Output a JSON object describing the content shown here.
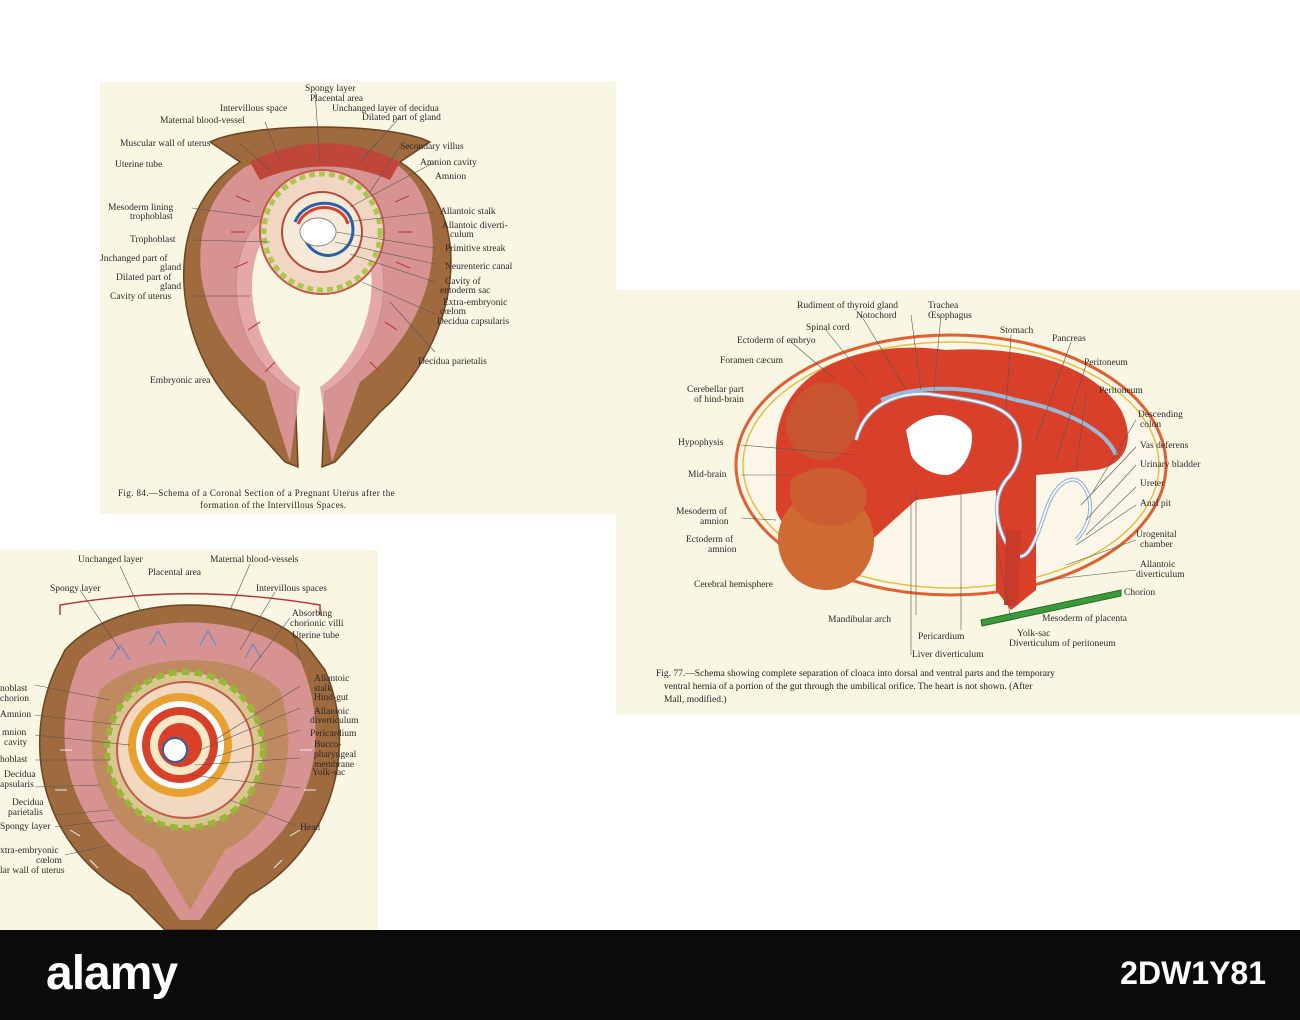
{
  "fig84": {
    "labels": {
      "spongy_layer": "Spongy layer",
      "placental_area": "Placental area",
      "intervillous_space": "Intervillous space",
      "unchanged_layer_decidua": "Unchanged layer of decidua",
      "maternal_blood_vessel": "Maternal blood-vessel",
      "dilated_part_gland": "Dilated part of gland",
      "muscular_wall": "Muscular wall of uterus",
      "secondary_villus": "Secondary villus",
      "uterine_tube": "Uterine tube",
      "amnion_cavity": "Amnion cavity",
      "amnion": "Amnion",
      "mesoderm_lining_1": "Mesoderm lining",
      "mesoderm_lining_2": "trophoblast",
      "allantoic_stalk": "Allantoic stalk",
      "allantoic_diverti_1": "Allantoic diverti-",
      "allantoic_diverti_2": "culum",
      "trophoblast": "Trophoblast",
      "primitive_streak": "Primitive streak",
      "unchanged_part_1": "Jnchanged part of",
      "unchanged_part_2": "gland",
      "neurenteric_canal": "Neurenteric canal",
      "dilated_part_1": "Dilated part of",
      "dilated_part_2": "gland",
      "cavity_entoderm_1": "Cavity of",
      "cavity_entoderm_2": "entoderm sac",
      "cavity_uterus": "Cavity of uterus",
      "extra_embryonic_1": "Extra-embryonic",
      "extra_embryonic_2": "cœlom",
      "decidua_capsularis": "Decidua capsularis",
      "decidua_parietalis": "Decidua parietalis",
      "embryonic_area": "Embryonic area"
    },
    "caption_1": "Fig. 84.—Schema of a Coronal Section of a Pregnant Uterus after the",
    "caption_2": "formation of the Intervillous Spaces."
  },
  "fig77": {
    "labels": {
      "rudiment_thyroid": "Rudiment of thyroid gland",
      "trachea": "Trachea",
      "notochord": "Notochord",
      "oesophagus": "Œsophagus",
      "spinal_cord": "Spinal cord",
      "stomach": "Stomach",
      "ectoderm_embryo": "Ectoderm of embryo",
      "pancreas": "Pancreas",
      "foramen_caecum": "Foramen cæcum",
      "peritoneum_1": "Peritoneum",
      "peritoneum_2": "Peritoneum",
      "cerebellar_1": "Cerebellar part",
      "cerebellar_2": "of hind-brain",
      "descending_1": "Descending",
      "descending_2": "colon",
      "hypophysis": "Hypophysis",
      "vas_deferens": "Vas deferens",
      "urinary_bladder": "Urinary bladder",
      "mid_brain": "Mid-brain",
      "ureter": "Ureter",
      "anal_pit": "Anal pit",
      "mesoderm_amnion_1": "Mesoderm of",
      "mesoderm_amnion_2": "amnion",
      "urogenital_1": "Urogenital",
      "urogenital_2": "chamber",
      "ectoderm_amnion_1": "Ectoderm of",
      "ectoderm_amnion_2": "amnion",
      "allantoic_div_1": "Allantoic",
      "allantoic_div_2": "diverticulum",
      "cerebral_hemisphere": "Cerebral hemisphere",
      "chorion": "Chorion",
      "mandibular_arch": "Mandibular arch",
      "mesoderm_placenta": "Mesoderm of placenta",
      "pericardium": "Pericardium",
      "yolk_sac": "Yolk-sac",
      "diverticulum_peritoneum": "Diverticulum of peritoneum",
      "liver_diverticulum": "Liver diverticulum"
    },
    "caption_1": "Fig. 77.—Schema showing complete separation of cloaca into dorsal and ventral parts and the temporary",
    "caption_2": "ventral hernia of a portion of the gut through the umbilical orifice.   The heart is not shown.   (After",
    "caption_3": "Mall, modified.)"
  },
  "fig_lower": {
    "labels": {
      "unchanged_layer": "Unchanged layer",
      "maternal_blood_vessels": "Maternal blood-vessels",
      "placental_area": "Placental area",
      "spongy_layer": "Spongy layer",
      "intervillous_spaces": "Intervillous spaces",
      "absorbing_1": "Absorbing",
      "absorbing_2": "chorionic villi",
      "uterine_tube": "Uterine tube",
      "allantoic_stalk_1": "Allantoic",
      "allantoic_stalk_2": "stalk",
      "hind_gut": "Hind-gut",
      "noblast_1": "noblast",
      "noblast_2": "chorion",
      "allantoic_div_1": "Allantoic",
      "allantoic_div_2": "diverticulum",
      "amnion": "Amnion",
      "pericardium": "Pericardium",
      "mnion_cavity_1": "mnion",
      "mnion_cavity_2": "cavity",
      "bucco_1": "Bucco-",
      "bucco_2": "pharyngeal",
      "bucco_3": "membrane",
      "hoblast": "hoblast",
      "yolk_sac": "Yolk-sac",
      "decidua_caps_1": "Decidua",
      "decidua_caps_2": "apsularis",
      "decidua_par_1": "Decidua",
      "decidua_par_2": "parietalis",
      "head": "Head",
      "spongy_layer_2": "Spongy layer",
      "extra_1": "xtra-embryonic",
      "extra_2": "cœlom",
      "lar_wall": "lar wall of uterus"
    }
  },
  "watermark": {
    "brand": "alamy",
    "image_id": "2DW1Y81"
  },
  "colors": {
    "paper": "#faf6e4",
    "uterus_wall": "#9e6a3e",
    "decidua": "#d98a8a",
    "embryo_red": "#d8402a",
    "chorion_green": "#3b9a3b",
    "footer": "#0b0b0b"
  }
}
